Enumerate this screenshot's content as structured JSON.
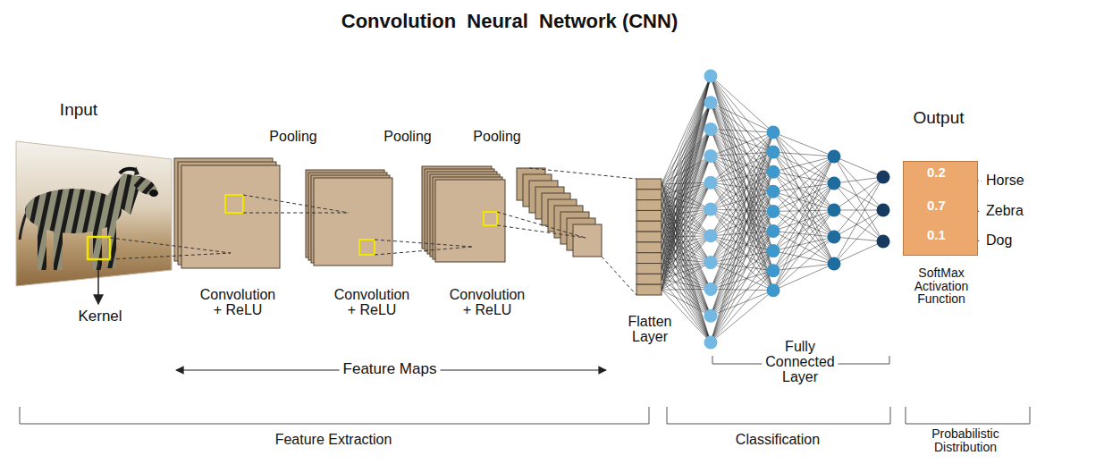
{
  "diagram": {
    "title": "Convolution  Neural  Network (CNN)",
    "nodes": [
      {
        "text": [
          "0.2",
          "0.7",
          "0.1"
        ]
      }
    ],
    "labels": [
      "Input",
      "Kernel",
      "Pooling",
      "Pooling",
      "Pooling",
      "Convolution + ReLU",
      "Convolution + ReLU",
      "Convolution + ReLU",
      "Feature Maps",
      "Flatten Layer",
      "Fully Connected Layer",
      "Output",
      "Horse",
      "Zebra",
      "Dog",
      "SoftMax Activation Function",
      "Feature Extraction",
      "Classification",
      "Probabilistic Distribution"
    ]
  }
}
